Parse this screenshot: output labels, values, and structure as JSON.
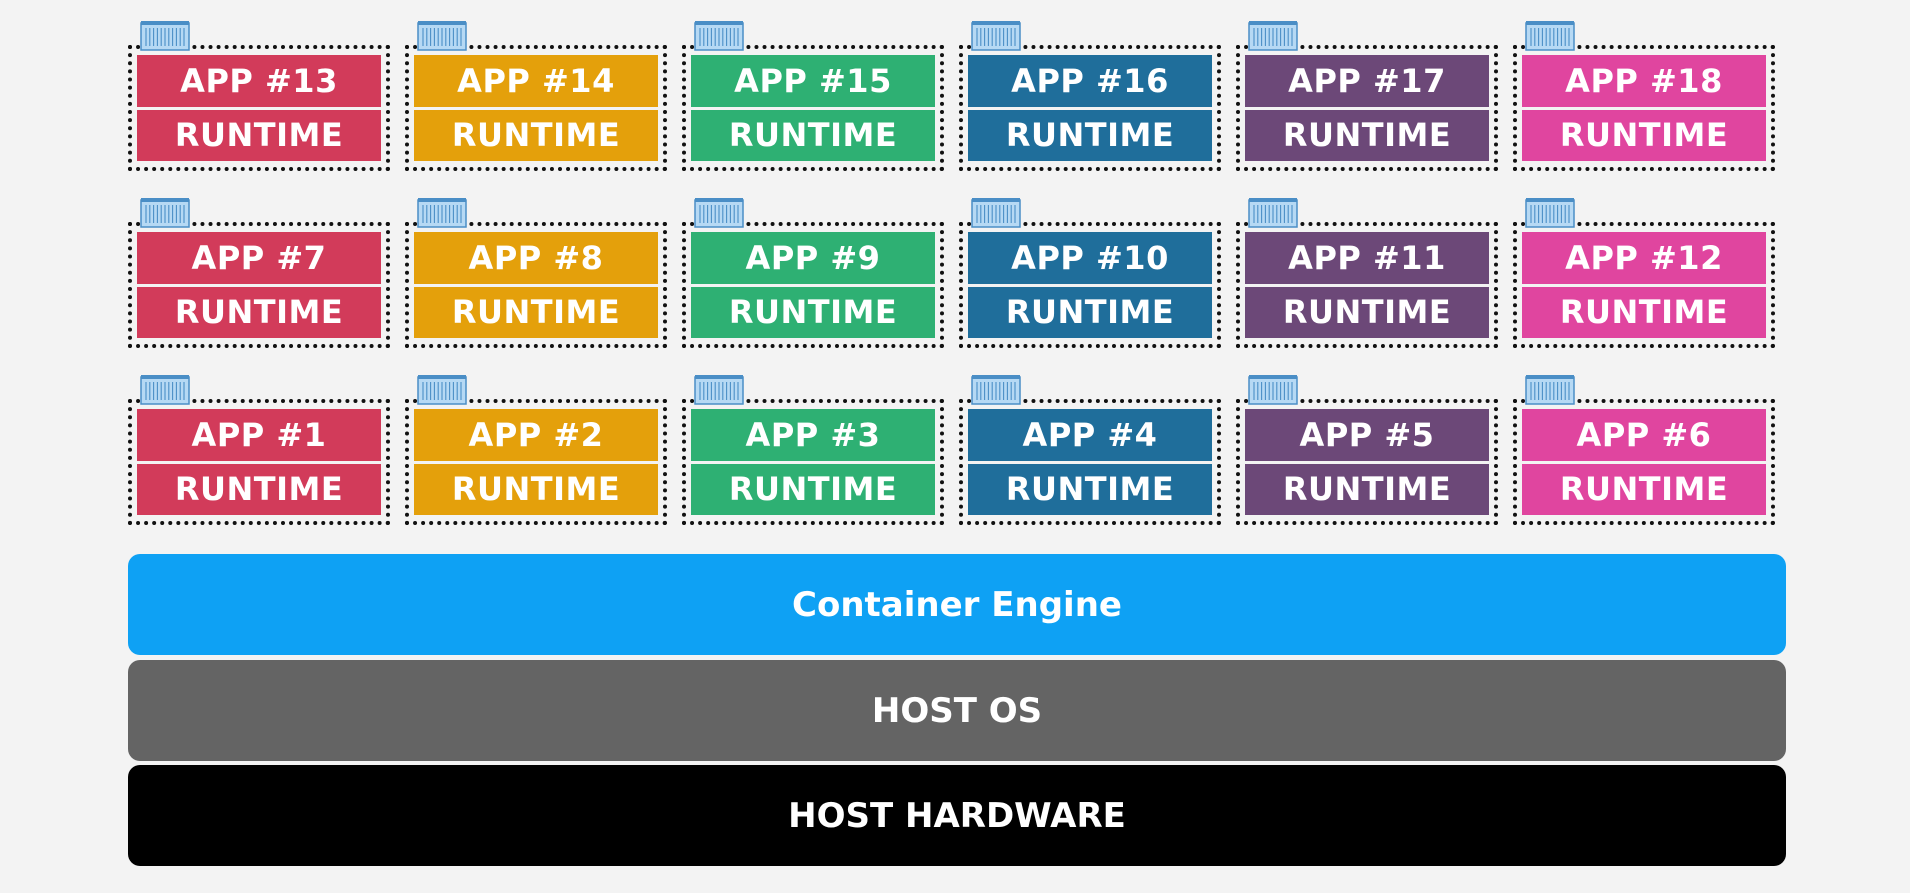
{
  "colors": {
    "background": "#f3f3f3",
    "red": "#d23b5a",
    "orange": "#e4a00b",
    "green": "#2eb073",
    "blue": "#1f6e9b",
    "purple": "#6c4878",
    "pink": "#e0459f",
    "container_engine": "#0ea1f4",
    "host_os": "#646464",
    "host_hardware": "#000000",
    "container_icon_fill": "#b6d9f4",
    "container_icon_stroke": "#4a8ec6"
  },
  "icons": {
    "container": "shipping-container-icon"
  },
  "rows": [
    {
      "containers": [
        {
          "app": "APP #13",
          "runtime": "RUNTIME",
          "color": "#d23b5a"
        },
        {
          "app": "APP #14",
          "runtime": "RUNTIME",
          "color": "#e4a00b"
        },
        {
          "app": "APP #15",
          "runtime": "RUNTIME",
          "color": "#2eb073"
        },
        {
          "app": "APP #16",
          "runtime": "RUNTIME",
          "color": "#1f6e9b"
        },
        {
          "app": "APP #17",
          "runtime": "RUNTIME",
          "color": "#6c4878"
        },
        {
          "app": "APP #18",
          "runtime": "RUNTIME",
          "color": "#e0459f"
        }
      ]
    },
    {
      "containers": [
        {
          "app": "APP #7",
          "runtime": "RUNTIME",
          "color": "#d23b5a"
        },
        {
          "app": "APP #8",
          "runtime": "RUNTIME",
          "color": "#e4a00b"
        },
        {
          "app": "APP #9",
          "runtime": "RUNTIME",
          "color": "#2eb073"
        },
        {
          "app": "APP #10",
          "runtime": "RUNTIME",
          "color": "#1f6e9b"
        },
        {
          "app": "APP #11",
          "runtime": "RUNTIME",
          "color": "#6c4878"
        },
        {
          "app": "APP #12",
          "runtime": "RUNTIME",
          "color": "#e0459f"
        }
      ]
    },
    {
      "containers": [
        {
          "app": "APP #1",
          "runtime": "RUNTIME",
          "color": "#d23b5a"
        },
        {
          "app": "APP #2",
          "runtime": "RUNTIME",
          "color": "#e4a00b"
        },
        {
          "app": "APP #3",
          "runtime": "RUNTIME",
          "color": "#2eb073"
        },
        {
          "app": "APP #4",
          "runtime": "RUNTIME",
          "color": "#1f6e9b"
        },
        {
          "app": "APP #5",
          "runtime": "RUNTIME",
          "color": "#6c4878"
        },
        {
          "app": "APP #6",
          "runtime": "RUNTIME",
          "color": "#e0459f"
        }
      ]
    }
  ],
  "layers": {
    "container_engine": "Container Engine",
    "host_os": "HOST OS",
    "host_hardware": "HOST HARDWARE"
  }
}
